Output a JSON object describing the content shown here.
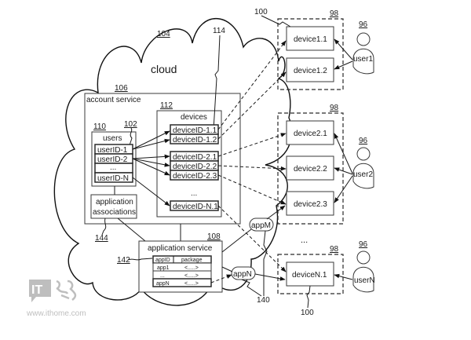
{
  "cloud": {
    "label": "cloud",
    "ref": "104"
  },
  "account_service": {
    "label": "account service",
    "ref": "106",
    "users": {
      "label": "users",
      "ref": "110",
      "pointer_ref": "102",
      "items": [
        "userID-1",
        "userID-2",
        "...",
        "userID-N"
      ]
    },
    "devices": {
      "label": "devices",
      "ref": "112",
      "pointer_ref": "114",
      "items": [
        "deviceID-1.1",
        "deviceID-1.2",
        "deviceID-2.1",
        "deviceID-2.2",
        "deviceID-2.3",
        "...",
        "deviceID-N.1"
      ]
    },
    "app_associations": {
      "line1": "application",
      "line2": "associations",
      "ref": "144"
    }
  },
  "application_service": {
    "label": "application service",
    "ref": "108",
    "table_ref": "142",
    "table": {
      "headers": [
        "appID",
        "package"
      ],
      "rows": [
        [
          "app1",
          "<.....>"
        ],
        [
          "...",
          "<.....>"
        ],
        [
          "appN",
          "<.....>"
        ]
      ]
    }
  },
  "apps": {
    "appM": "appM",
    "appN": "appN",
    "ref": "140"
  },
  "groups": [
    {
      "ref": "98",
      "user": "user1",
      "user_ref": "96",
      "devices": [
        "device1.1",
        "device1.2"
      ],
      "device_ref": "100"
    },
    {
      "ref": "98",
      "user": "user2",
      "user_ref": "96",
      "devices": [
        "device2.1",
        "device2.2",
        "device2.3"
      ]
    },
    {
      "ref": "98",
      "user": "userN",
      "user_ref": "96",
      "devices": [
        "deviceN.1"
      ],
      "device_ref": "100"
    }
  ],
  "ellipsis": "...",
  "watermark": {
    "logo": "IT",
    "url": "www.ithome.com"
  }
}
